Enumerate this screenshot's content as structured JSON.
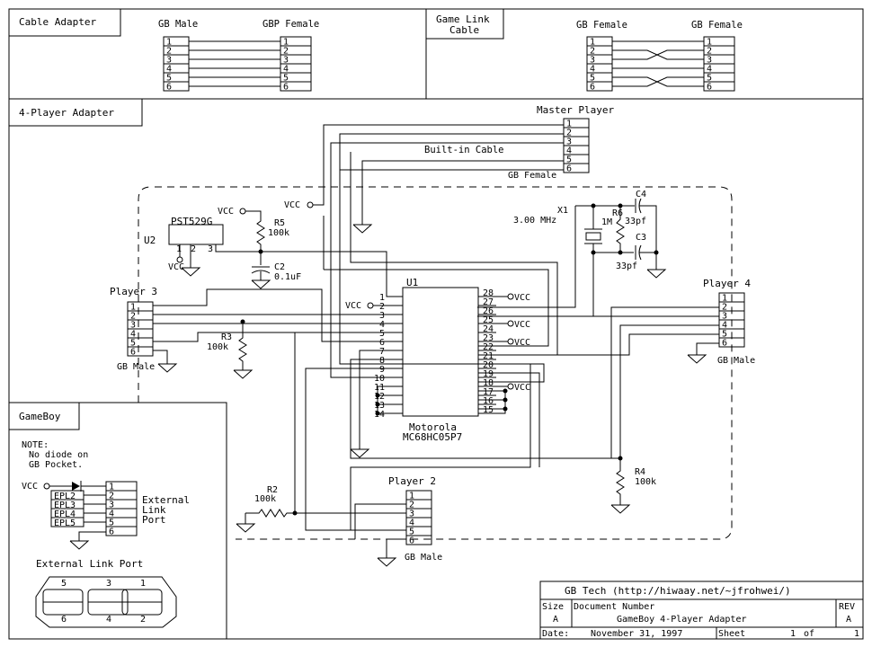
{
  "sections": {
    "cable_adapter": "Cable Adapter",
    "game_link_cable_1": "Game Link",
    "game_link_cable_2": "Cable",
    "four_player_adapter": "4-Player Adapter",
    "gameboy": "GameBoy"
  },
  "connectors": {
    "gb_male": "GB Male",
    "gbp_female": "GBP Female",
    "gb_female": "GB Female",
    "master_player": "Master Player",
    "builtin_cable": "Built-in Cable",
    "player2": "Player 2",
    "player3": "Player 3",
    "player4": "Player 4",
    "pins": [
      "1",
      "2",
      "3",
      "4",
      "5",
      "6"
    ]
  },
  "components": {
    "u1": "U1",
    "u1_maker": "Motorola",
    "u1_part": "MC68HC05P7",
    "u2": "U2",
    "u2_part": "PST529G",
    "vcc": "VCC",
    "r2": "R2",
    "r2_val": "100k",
    "r3": "R3",
    "r3_val": "100k",
    "r4": "R4",
    "r4_val": "100k",
    "r5": "R5",
    "r5_val": "100k",
    "r6": "R6",
    "r6_val": "1M",
    "c2": "C2",
    "c2_val": "0.1uF",
    "c3": "C3",
    "c3_val": "33pf",
    "c4": "C4",
    "c4_val": "33pf",
    "x1": "X1",
    "x1_val": "3.00 MHz",
    "u1_left_pins": [
      "1",
      "2",
      "3",
      "4",
      "5",
      "6",
      "7",
      "8",
      "9",
      "10",
      "11",
      "12",
      "13",
      "14"
    ],
    "u1_right_pins": [
      "28",
      "27",
      "26",
      "25",
      "24",
      "23",
      "22",
      "21",
      "20",
      "19",
      "18",
      "17",
      "16",
      "15"
    ],
    "u2_pins": [
      "1",
      "2",
      "3"
    ]
  },
  "gameboy": {
    "note_1": "NOTE:",
    "note_2": "No diode on",
    "note_3": "GB Pocket.",
    "epl": [
      "EPL2",
      "EPL3",
      "EPL4",
      "EPL5"
    ],
    "ext_1": "External",
    "ext_2": "Link",
    "ext_3": "Port",
    "port_title": "External Link Port",
    "port_top": [
      "5",
      "3",
      "1"
    ],
    "port_bottom": [
      "6",
      "4",
      "2"
    ]
  },
  "title_block": {
    "company": "GB Tech (http://hiwaay.net/~jfrohwei/)",
    "size_label": "Size",
    "size": "A",
    "doc_label": "Document Number",
    "doc": "GameBoy 4-Player Adapter",
    "rev_label": "REV",
    "rev": "A",
    "date_label": "Date:",
    "date": "November 31, 1997",
    "sheet_label": "Sheet",
    "sheet_num": "1",
    "sheet_of": "of",
    "sheet_total": "1"
  }
}
